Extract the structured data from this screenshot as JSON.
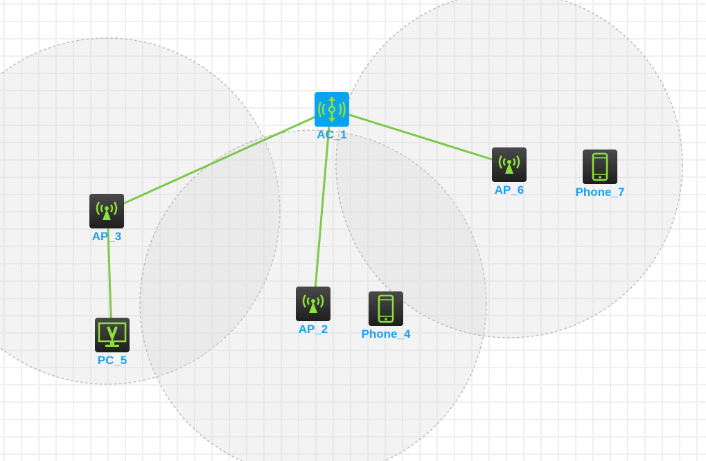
{
  "colors": {
    "link": "#7dc94a",
    "label": "#1aa0f0",
    "ac_bg": "#0aa3f0",
    "icon_glyph": "#8de23a",
    "coverage_fill": "#e6e6e6",
    "coverage_stroke": "#bdbdbd"
  },
  "nodes": [
    {
      "id": "AC_1",
      "label": "AC_1",
      "icon": "access-controller-icon"
    },
    {
      "id": "AP_3",
      "label": "AP_3",
      "icon": "access-point-icon"
    },
    {
      "id": "AP_2",
      "label": "AP_2",
      "icon": "access-point-icon"
    },
    {
      "id": "Phone_4",
      "label": "Phone_4",
      "icon": "phone-icon"
    },
    {
      "id": "PC_5",
      "label": "PC_5",
      "icon": "pc-icon"
    },
    {
      "id": "AP_6",
      "label": "AP_6",
      "icon": "access-point-icon"
    },
    {
      "id": "Phone_7",
      "label": "Phone_7",
      "icon": "phone-icon"
    }
  ],
  "links": [
    [
      "AC_1",
      "AP_3"
    ],
    [
      "AC_1",
      "AP_2"
    ],
    [
      "AC_1",
      "AP_6"
    ],
    [
      "AP_3",
      "PC_5"
    ]
  ],
  "coverage": [
    "AP_3",
    "AP_2",
    "AP_6"
  ]
}
